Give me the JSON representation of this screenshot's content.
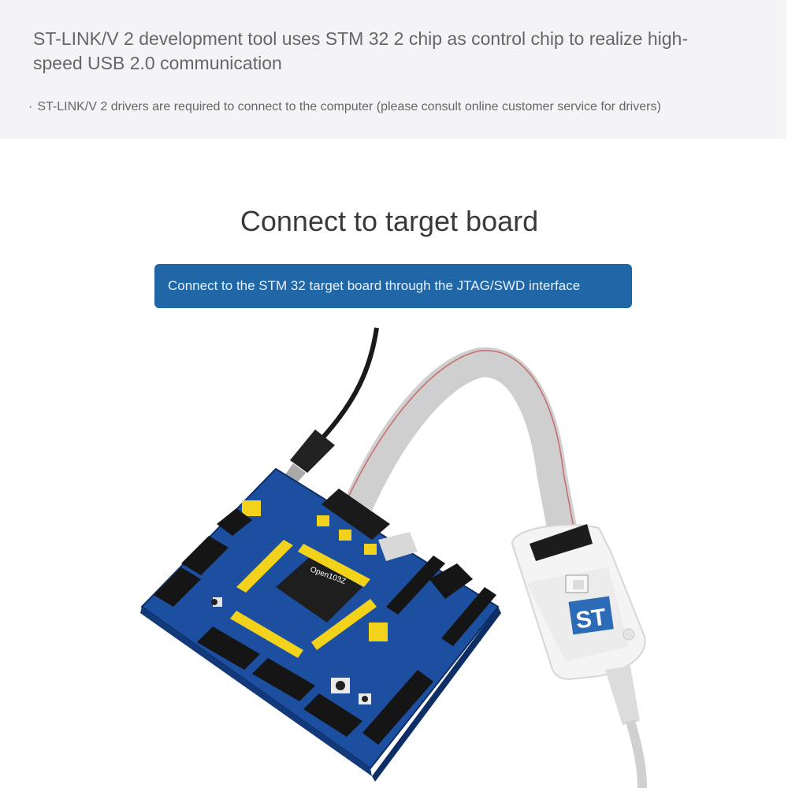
{
  "header": {
    "headline": "ST-LINK/V 2 development tool uses STM 32 2 chip as control chip to realize high-speed USB 2.0 communication",
    "bullet": "·",
    "note": "ST-LINK/V 2 drivers are required to connect to the computer (please consult online customer service for drivers)"
  },
  "section": {
    "title": "Connect to target board",
    "banner": "Connect to the STM 32 target board through the JTAG/SWD interface"
  },
  "photo": {
    "board_label": "Open103Z",
    "adapter_logo": "ST"
  },
  "colors": {
    "banner_bg": "#1f67a7",
    "panel_bg": "#f4f4f6",
    "board_blue": "#1c4fa0",
    "header_yellow": "#f2d21a"
  }
}
